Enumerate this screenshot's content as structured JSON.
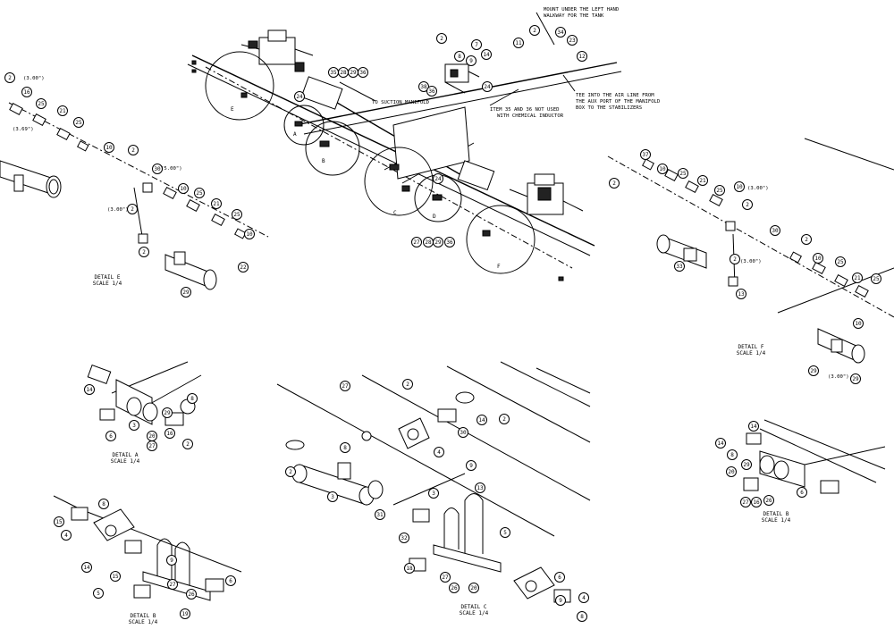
{
  "notes": {
    "mount_1": "MOUNT UNDER THE LEFT HAND",
    "mount_2": "WALKWAY FOR THE TANK",
    "suction": "TO SUCTION MANIFOLD",
    "item_1": "ITEM 35 AND 36 NOT USED",
    "item_2": "WITH CHEMICAL INDUCTOR",
    "tee_1": "TEE INTO THE AIR LINE FROM",
    "tee_2": "THE AUX PORT OF THE MANIFOLD",
    "tee_3": "BOX TO THE STABILIZERS"
  },
  "details": {
    "e": {
      "title": "DETAIL E",
      "scale": "SCALE 1/4"
    },
    "f": {
      "title": "DETAIL F",
      "scale": "SCALE 1/4"
    },
    "a": {
      "title": "DETAIL A",
      "scale": "SCALE 1/4"
    },
    "b_left": {
      "title": "DETAIL B",
      "scale": "SCALE 1/4"
    },
    "c": {
      "title": "DETAIL C",
      "scale": "SCALE 1/4"
    },
    "b_right": {
      "title": "DETAIL B",
      "scale": "SCALE 1/4"
    }
  },
  "dims": {
    "d300": "(3.00\")",
    "d369": "(3.69\")",
    "d500": "(5.00\")"
  },
  "circle_letters": {
    "a": "A",
    "b": "B",
    "c": "C",
    "d": "D",
    "e": "E",
    "f": "F"
  },
  "callouts": [
    "2",
    "16",
    "25",
    "21",
    "25",
    "10",
    "2",
    "30",
    "2",
    "10",
    "25",
    "21",
    "25",
    "10",
    "2",
    "22",
    "29",
    "2",
    "34",
    "23",
    "11",
    "12",
    "2",
    "7",
    "14",
    "8",
    "9",
    "38",
    "36",
    "24",
    "35",
    "28",
    "29",
    "36",
    "24",
    "27",
    "28",
    "29",
    "36",
    "24",
    "37",
    "10",
    "25",
    "21",
    "25",
    "10",
    "2",
    "30",
    "2",
    "2",
    "2",
    "10",
    "25",
    "21",
    "25",
    "10",
    "13",
    "33",
    "29",
    "29",
    "2",
    "8",
    "14",
    "3",
    "20",
    "6",
    "27",
    "16",
    "29",
    "15",
    "8",
    "4",
    "14",
    "9",
    "15",
    "27",
    "26",
    "19",
    "6",
    "5",
    "27",
    "2",
    "2",
    "14",
    "8",
    "30",
    "4",
    "9",
    "2",
    "3",
    "31",
    "3",
    "13",
    "32",
    "5",
    "18",
    "27",
    "26",
    "20",
    "6",
    "9",
    "4",
    "8",
    "14",
    "14",
    "8",
    "29",
    "20",
    "27",
    "16",
    "26",
    "6",
    "5"
  ]
}
